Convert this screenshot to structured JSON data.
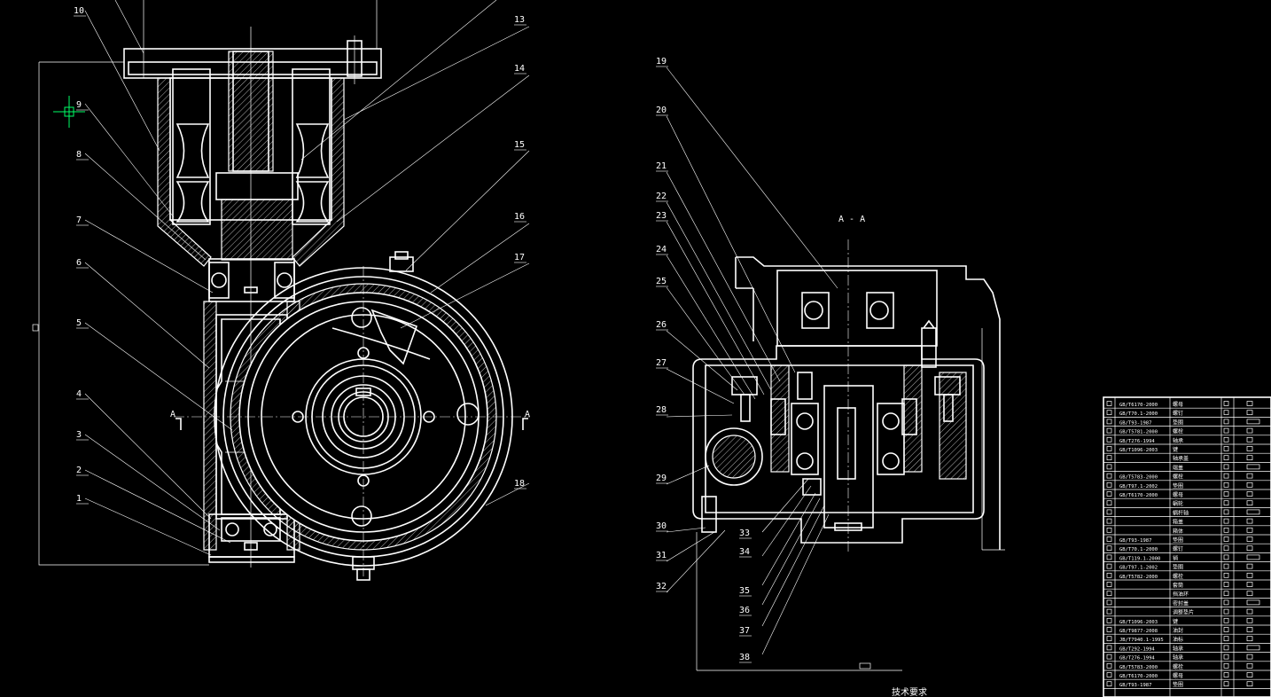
{
  "colors": {
    "background": "#000000",
    "lines": "#ffffff",
    "cursor": "#00ff66"
  },
  "section_title": "A - A",
  "section_mark": "A",
  "tech_requirements_title": "技术要求",
  "left_labels": [
    "10",
    "9",
    "8",
    "7",
    "6",
    "5",
    "4",
    "3",
    "2",
    "1"
  ],
  "upper_right_labels": [
    "13",
    "14",
    "15",
    "16",
    "17",
    "18"
  ],
  "view2_labels": [
    "19",
    "20",
    "21",
    "22",
    "23",
    "24",
    "25",
    "26",
    "27",
    "28",
    "29",
    "30",
    "31",
    "32"
  ],
  "bottom_labels": [
    "33",
    "34",
    "35",
    "36",
    "37",
    "38"
  ],
  "bom_rows": [
    [
      "GB/T6170-2000",
      "螺母"
    ],
    [
      "GB/T70.1-2000",
      "螺钉"
    ],
    [
      "GB/T93-1987",
      "垫圈"
    ],
    [
      "GB/T5781-2000",
      "螺栓"
    ],
    [
      "GB/T276-1994",
      "轴承"
    ],
    [
      "GB/T1096-2003",
      "键"
    ],
    [
      "",
      "轴承盖"
    ],
    [
      "",
      "端盖"
    ],
    [
      "GB/T5783-2000",
      "螺栓"
    ],
    [
      "GB/T97.1-2002",
      "垫圈"
    ],
    [
      "GB/T6170-2000",
      "螺母"
    ],
    [
      "",
      "蜗轮"
    ],
    [
      "",
      "蜗杆轴"
    ],
    [
      "",
      "箱盖"
    ],
    [
      "",
      "箱体"
    ],
    [
      "GB/T93-1987",
      "垫圈"
    ],
    [
      "GB/T70.1-2000",
      "螺钉"
    ],
    [
      "GB/T119.1-2000",
      "销"
    ],
    [
      "GB/T97.1-2002",
      "垫圈"
    ],
    [
      "GB/T5782-2000",
      "螺栓"
    ],
    [
      "",
      "套筒"
    ],
    [
      "",
      "挡油环"
    ],
    [
      "",
      "密封盖"
    ],
    [
      "",
      "调整垫片"
    ],
    [
      "GB/T1096-2003",
      "键"
    ],
    [
      "GB/T9877-2008",
      "油封"
    ],
    [
      "JB/T7940.1-1995",
      "油标"
    ],
    [
      "GB/T292-1994",
      "轴承"
    ],
    [
      "GB/T276-1994",
      "轴承"
    ],
    [
      "GB/T5783-2000",
      "螺栓"
    ],
    [
      "GB/T6170-2000",
      "螺母"
    ],
    [
      "GB/T93-1987",
      "垫圈"
    ]
  ]
}
